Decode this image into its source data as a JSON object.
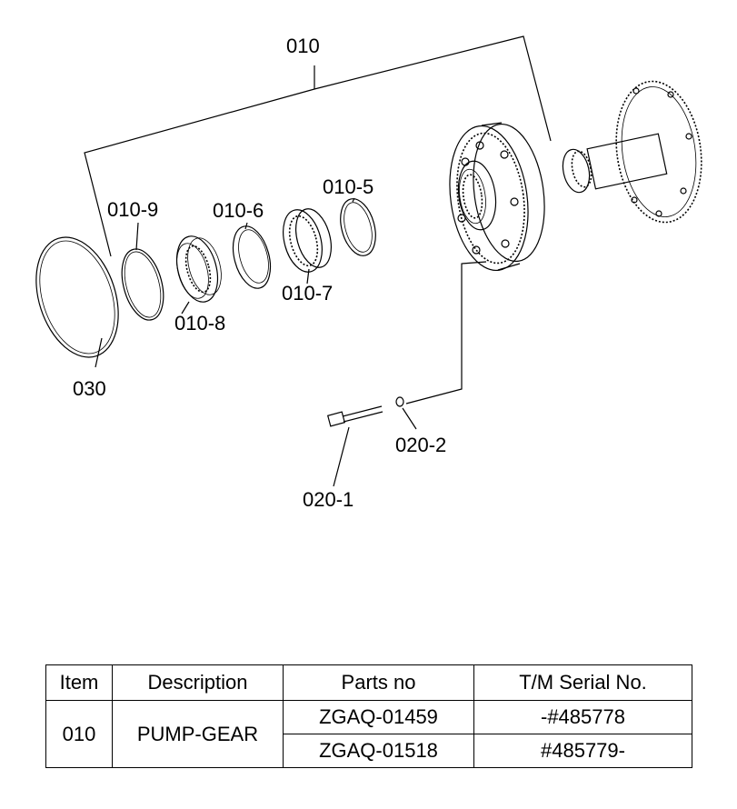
{
  "labels": {
    "assembly": "010",
    "l_010_9": "010-9",
    "l_010_6": "010-6",
    "l_010_5": "010-5",
    "l_010_7": "010-7",
    "l_010_8": "010-8",
    "l_030": "030",
    "l_020_2": "020-2",
    "l_020_1": "020-1"
  },
  "table": {
    "headers": [
      "Item",
      "Description",
      "Parts no",
      "T/M Serial No."
    ],
    "item": "010",
    "description": "PUMP-GEAR",
    "rows": [
      {
        "parts_no": "ZGAQ-01459",
        "serial": "-#485778"
      },
      {
        "parts_no": "ZGAQ-01518",
        "serial": "#485779-"
      }
    ]
  }
}
